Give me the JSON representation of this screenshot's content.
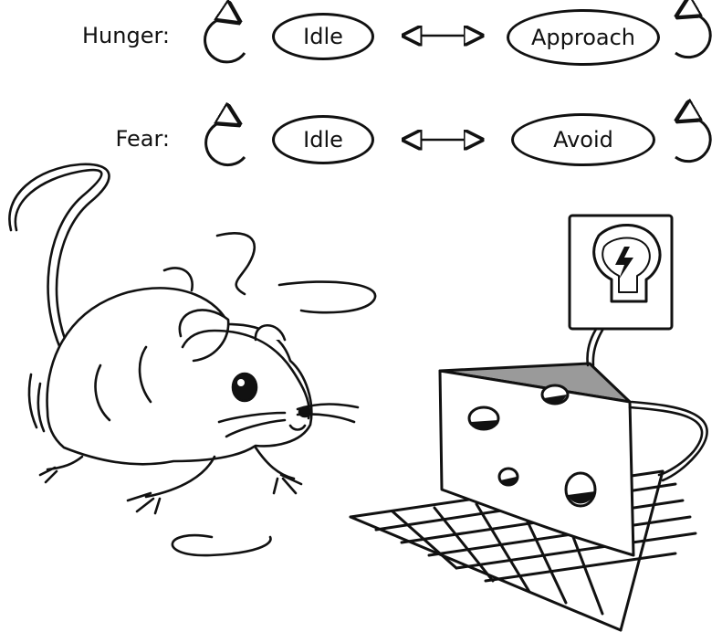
{
  "rows": [
    {
      "label": "Hunger:",
      "state_a": "Idle",
      "state_b": "Approach"
    },
    {
      "label": "Fear:",
      "state_a": "Idle",
      "state_b": "Avoid"
    }
  ],
  "colors": {
    "ink": "#111111",
    "cheese_top": "#9a9a9a",
    "paper": "#ffffff"
  },
  "icons": [
    "self-loop-arrow-icon",
    "bidirectional-arrow-icon",
    "lightning-bolt-icon"
  ]
}
